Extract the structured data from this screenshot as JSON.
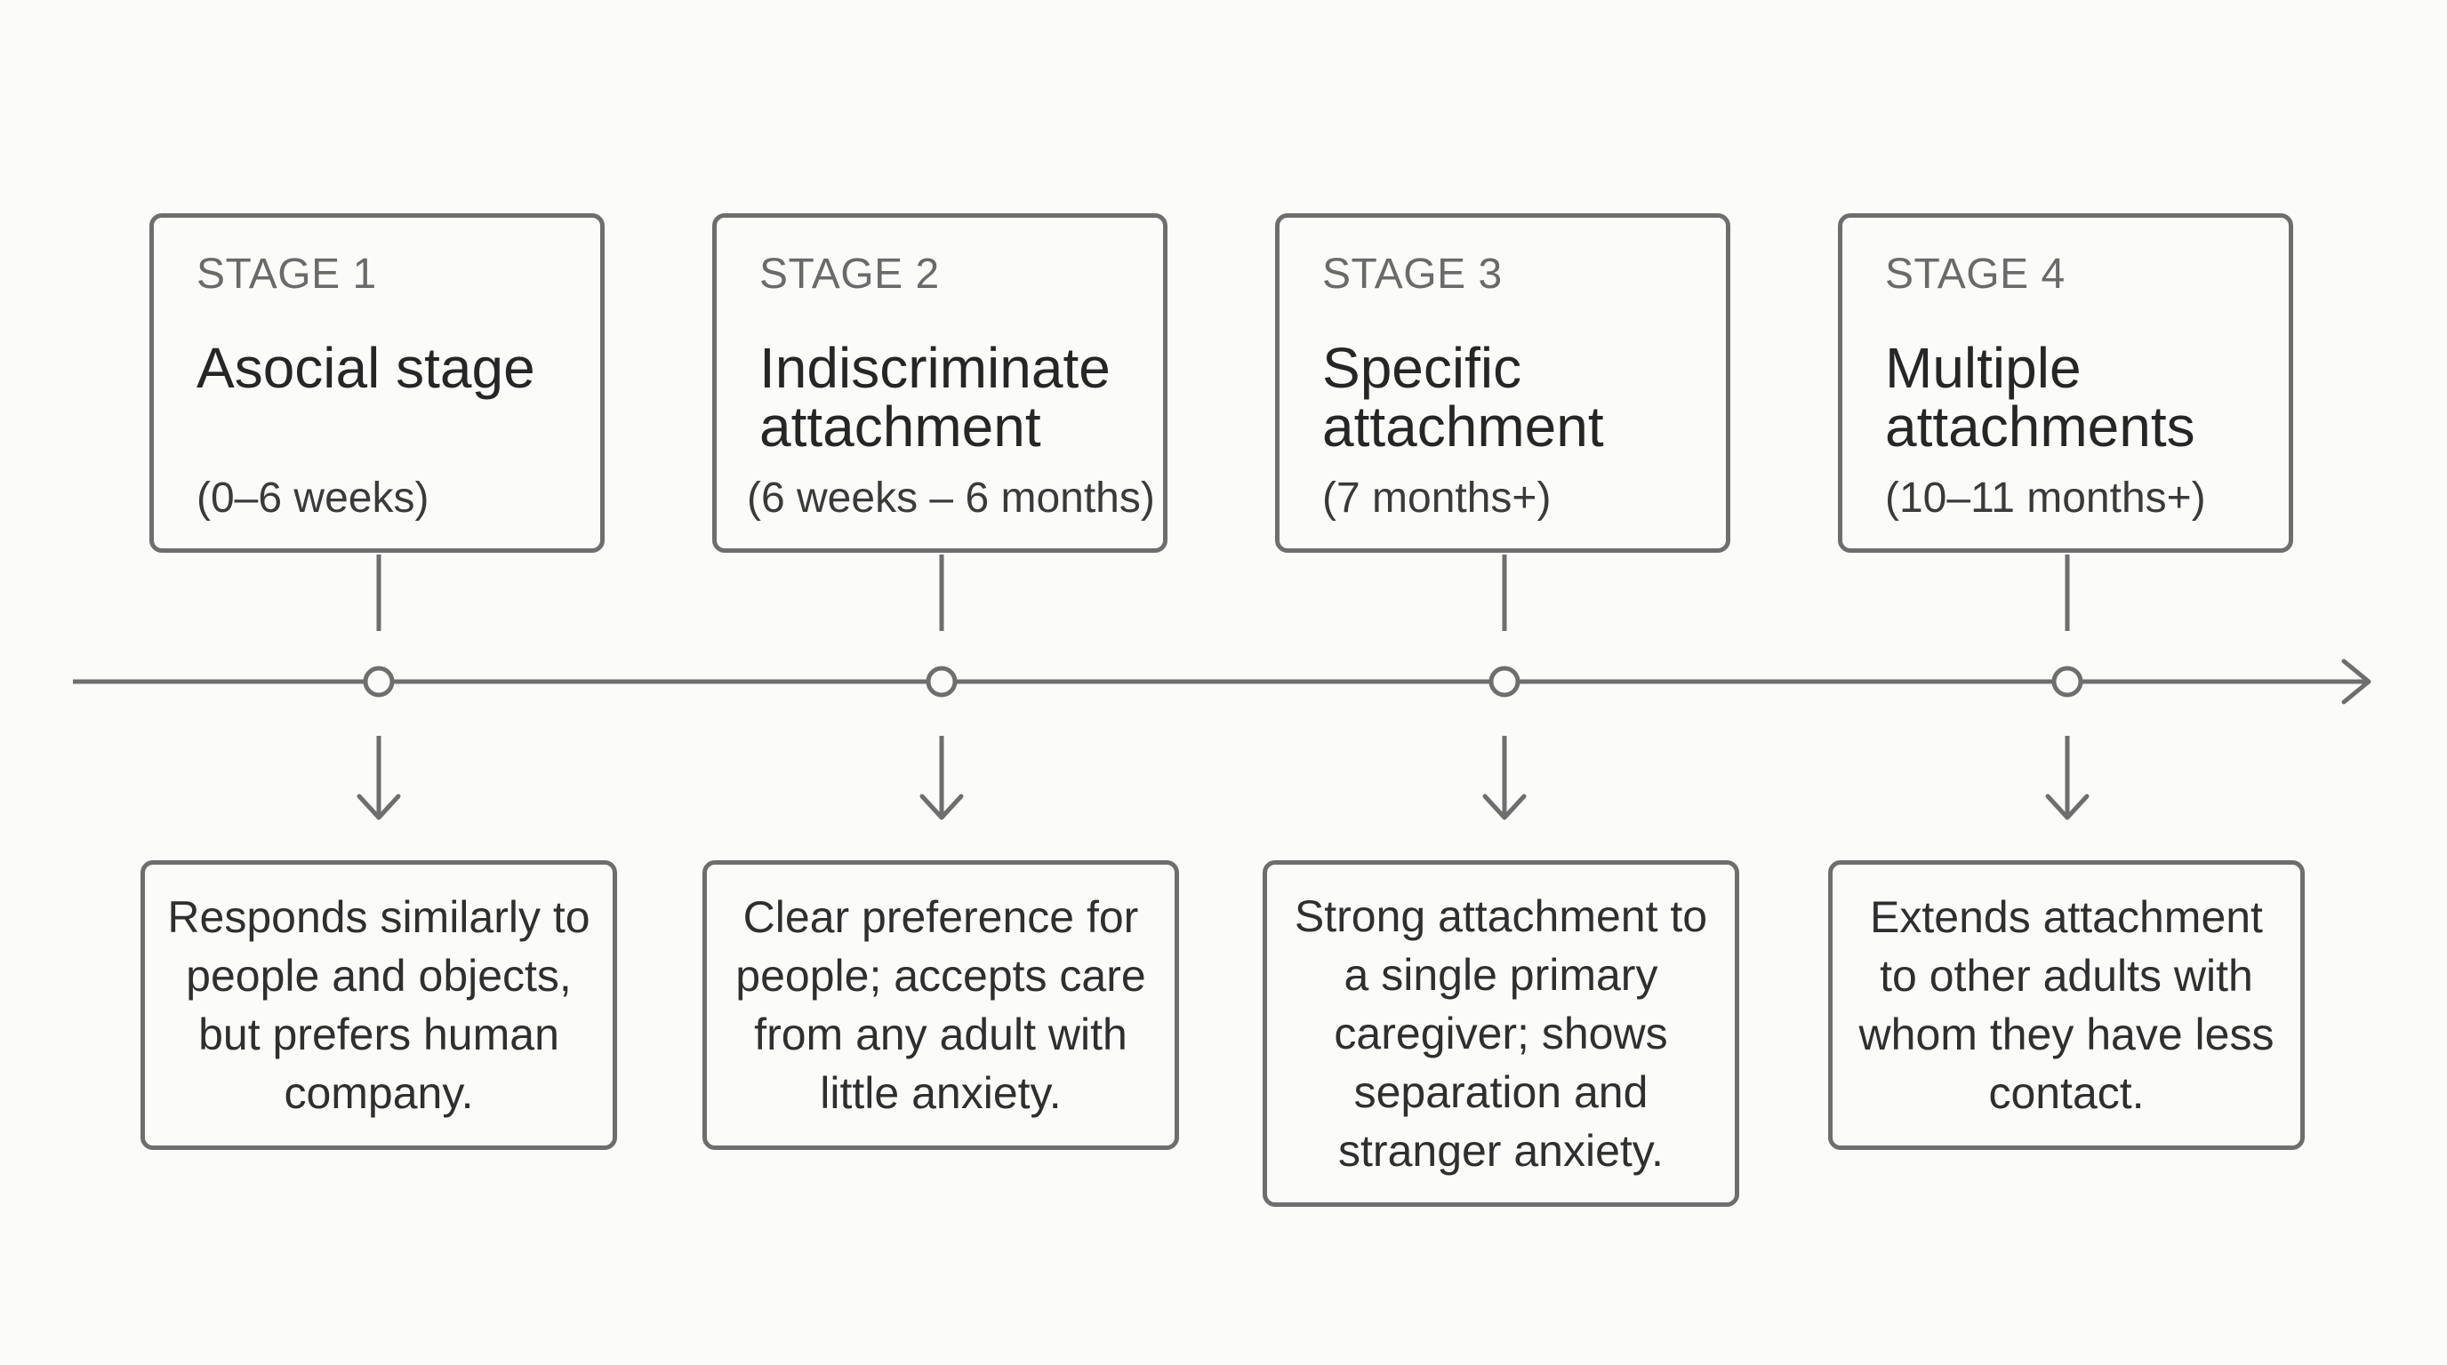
{
  "stages": [
    {
      "label": "STAGE 1",
      "title": "Asocial stage",
      "age": "(0–6 weeks)",
      "description": "Responds similarly to people and objects, but prefers human company."
    },
    {
      "label": "STAGE 2",
      "title": "Indiscriminate attachment",
      "age": "(6 weeks – 6 months)",
      "description": "Clear preference for people; accepts care from any adult with little anxiety."
    },
    {
      "label": "STAGE 3",
      "title": "Specific attachment",
      "age": "(7 months+)",
      "description": "Strong attachment to a single primary caregiver; shows separation and stranger anxiety."
    },
    {
      "label": "STAGE 4",
      "title": "Multiple attachments",
      "age": "(10–11 months+)",
      "description": "Extends attachment to other adults with whom they have less contact."
    }
  ],
  "colors": {
    "stroke": "#6e6e6e",
    "background": "#fbfbf9",
    "text": "#2e2e2e"
  }
}
